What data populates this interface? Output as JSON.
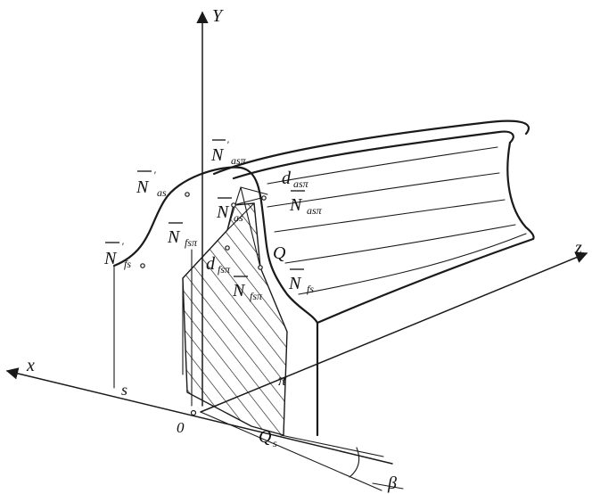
{
  "axes": {
    "y": "Y",
    "x": "x",
    "z": "z",
    "origin": "0"
  },
  "points": {
    "s": "s",
    "pi": "π",
    "q": "Q",
    "qs_main": "Q",
    "qs_sub": "s",
    "beta": "β"
  },
  "labels": {
    "n_asp_main": "N",
    "n_asp_sub": "asπ",
    "n_asp_prime": "'",
    "n_as_prime_main": "N",
    "n_as_prime_sub": "as",
    "n_as_prime_prime": "'",
    "n_fs_prime_main": "N",
    "n_fs_prime_sub": "fs",
    "n_fs_prime_prime": "'",
    "n_as_main": "N",
    "n_as_sub": "as",
    "n_fsp_main": "N",
    "n_fsp_sub": "fsπ",
    "d_as_main": "d",
    "d_as_sub": "asπ",
    "n_asp2_main": "N",
    "n_asp2_sub": "asπ",
    "d_fs_main": "d",
    "d_fs_sub": "fsπ",
    "n_fsp2_main": "N",
    "n_fsp2_sub": "fsπ",
    "n_fs_main": "N",
    "n_fs_sub": "fs"
  }
}
